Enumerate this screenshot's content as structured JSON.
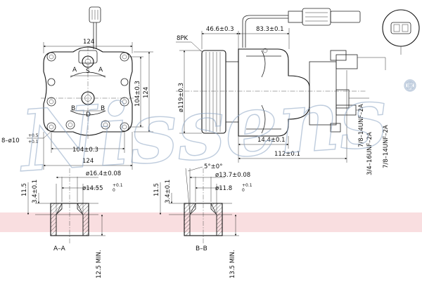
{
  "watermark": {
    "text": "Nissens",
    "registered": "®",
    "color": "#8aa3c3"
  },
  "band_color": "#f7d3d6",
  "front_view": {
    "dim_top_width": "124",
    "dim_height": "124",
    "dim_bolt_vertical": "104±0.3",
    "dim_bolt_horizontal": "104±0.3",
    "dim_bottom_width": "124",
    "dim_holes": "8–ø10",
    "dim_holes_tol_upper": "+0.5",
    "dim_holes_tol_lower": "+0.1",
    "port_labels": [
      "A",
      "S",
      "A",
      "B",
      "D",
      "B"
    ]
  },
  "side_view": {
    "label_belt": "8PK",
    "dim_pulley_length": "46.6±0.3",
    "dim_body_length": "83.3±0.1",
    "dim_pulley_diameter": "ø119±0.3",
    "dim_offset": "14.4±0.1",
    "dim_total_length": "112±0.1",
    "thread_1": "7/8–14UNF–2A",
    "thread_2": "3/4–16UNF–2A",
    "thread_3": "7/8–14UNF–2A"
  },
  "section_aa": {
    "label": "A–A",
    "dim_outer": "ø16.4±0.08",
    "dim_inner": "ø14.55",
    "dim_inner_tol_upper": "+0.1",
    "dim_inner_tol_lower": "0",
    "dim_step": "3.4±0.1",
    "dim_depth": "11.5",
    "dim_min": "12.5 MIN."
  },
  "section_bb": {
    "label": "B–B",
    "dim_angle": "5°±0°",
    "dim_outer": "ø13.7±0.08",
    "dim_inner": "ø11.8",
    "dim_inner_tol_upper": "+0.1",
    "dim_inner_tol_lower": "0",
    "dim_step": "3.4±0.1",
    "dim_depth": "11.5",
    "dim_min": "13.5 MIN."
  }
}
